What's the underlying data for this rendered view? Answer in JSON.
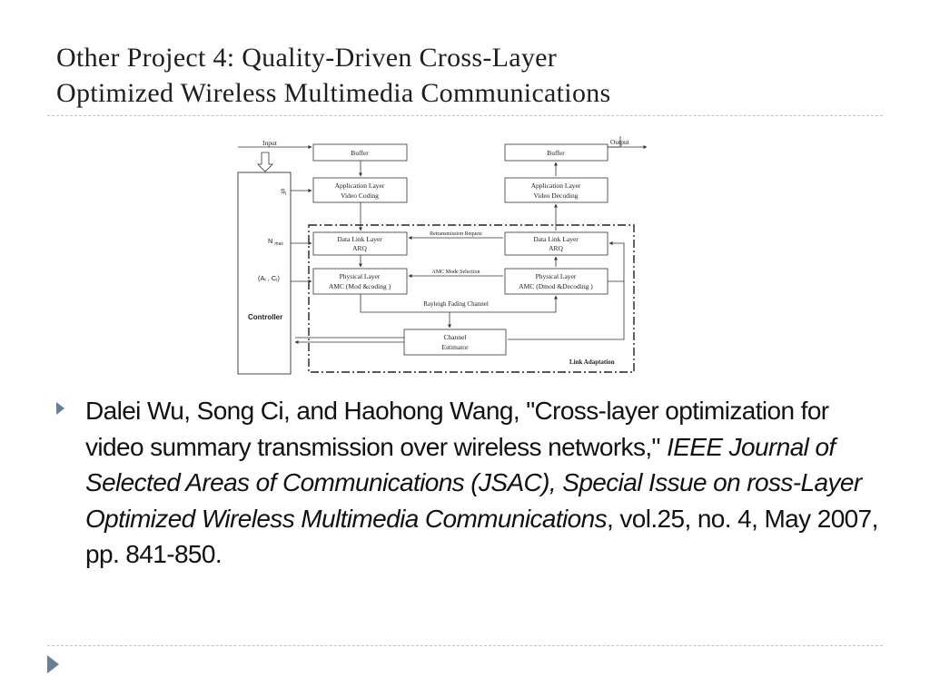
{
  "slide": {
    "title_line1": "Other Project 4: Quality-Driven Cross-Layer",
    "title_line2": "Optimized Wireless Multimedia Communications"
  },
  "diagram": {
    "input": "Input",
    "output": "Output",
    "buffer_left": "Buffer",
    "buffer_right": "Buffer",
    "app_left_1": "Application Layer",
    "app_left_2": "Video Coding",
    "app_right_1": "Application Layer",
    "app_right_2": "Video Decoding",
    "dll_left_1": "Data Link Layer",
    "dll_left_2": "ARQ",
    "dll_right_1": "Data Link Layer",
    "dll_right_2": "ARQ",
    "phy_left_1": "Physical Layer",
    "phy_left_2": "AMC (Mod &coding )",
    "phy_right_1": "Physical Layer",
    "phy_right_2": "AMC (Dmod &Decoding )",
    "retransmission": "Retransmission Request",
    "amc_mode": "AMC Mode Selection",
    "rayleigh": "Rayleigh Fading Channel",
    "chan_est_1": "Channel",
    "chan_est_2": "Estimator",
    "link_adaptation": "Link Adaptation",
    "controller": "Controller",
    "s_label": "S",
    "s_sub": "i",
    "n_label": "N",
    "n_sub": "max",
    "ac_label": "(A",
    "ac_sub1": "i",
    "ac_mid": " , C",
    "ac_sub2": "i",
    "ac_end": ")"
  },
  "citation": {
    "authors": "Dalei Wu, Song Ci, and Haohong Wang, \"Cross-layer optimization for video summary transmission over wireless networks,\" ",
    "journal": "IEEE Journal of Selected Areas of Communications (JSAC), Special Issue on ross-Layer Optimized Wireless Multimedia Communications",
    "details": ", vol.25, no. 4, May 2007, pp. 841-850",
    "end": "."
  },
  "colors": {
    "title": "#1f1f1f",
    "bullet": "#6b7f94",
    "rule": "#b9c3cc"
  },
  "icons": {
    "bullet": "triangle-bullet-icon",
    "nav": "next-slide-arrow-icon"
  }
}
